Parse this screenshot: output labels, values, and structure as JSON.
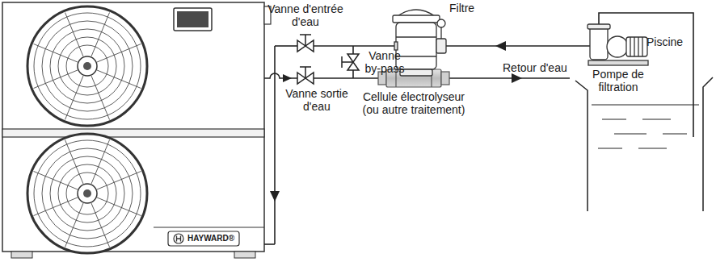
{
  "diagram": {
    "labels": [
      "Vanne d'entrée d'eau",
      "Filtre",
      "Vanne by-pass",
      "Pompe de filtration",
      "Retour d'eau",
      "Piscine",
      "Vanne sortie d'eau",
      "Cellule électrolyseur (ou autre traitement)",
      "HAYWARD®"
    ]
  }
}
